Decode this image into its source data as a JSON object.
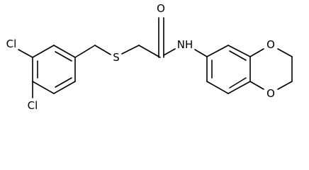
{
  "molecule": {
    "atoms": {
      "oxygen_carbonyl": "O",
      "nitrogen_amide": "NH",
      "sulfur": "S",
      "chlorine_para": "Cl",
      "chlorine_meta": "Cl",
      "oxygen_dioxane_upper": "O",
      "oxygen_dioxane_lower": "O"
    }
  }
}
